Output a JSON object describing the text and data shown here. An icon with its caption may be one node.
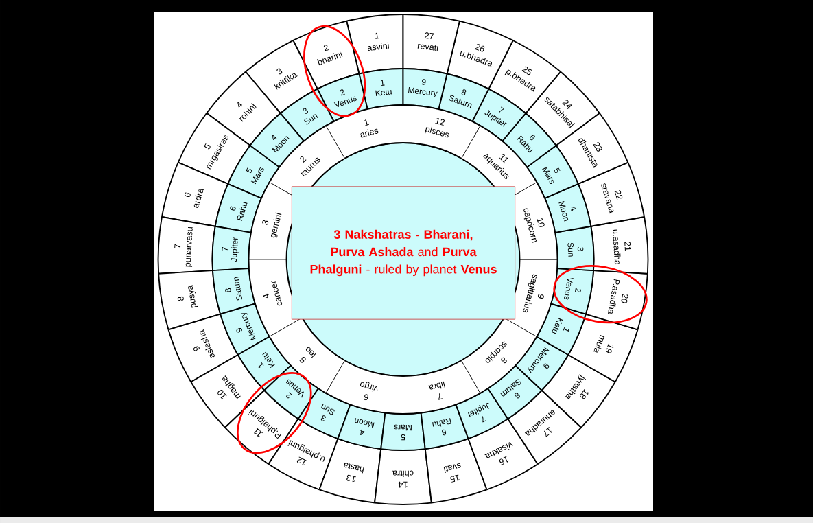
{
  "diagram": {
    "nodes": [
      {
        "text": [
          "**3 Nakshatras - Bharani, Purva Ashada** and **Purva Phalguni** - ruled by planet **Venus**"
        ]
      },
      {
        "text": [
          "1",
          "asvini"
        ]
      },
      {
        "text": [
          "2",
          "bharini"
        ]
      },
      {
        "text": [
          "3",
          "krittika"
        ]
      },
      {
        "text": [
          "4",
          "rohini"
        ]
      },
      {
        "text": [
          "5",
          "mrgasiras"
        ]
      },
      {
        "text": [
          "6",
          "ardra"
        ]
      },
      {
        "text": [
          "7",
          "punarvasu"
        ]
      },
      {
        "text": [
          "8",
          "pusya"
        ]
      },
      {
        "text": [
          "9",
          "aslesha"
        ]
      },
      {
        "text": [
          "10",
          "magha"
        ]
      },
      {
        "text": [
          "11",
          "P.phalguni"
        ]
      },
      {
        "text": [
          "12",
          "u.phalguni"
        ]
      },
      {
        "text": [
          "13",
          "hasta"
        ]
      },
      {
        "text": [
          "14",
          "chitra"
        ]
      },
      {
        "text": [
          "15",
          "svati"
        ]
      },
      {
        "text": [
          "16",
          "visakha"
        ]
      },
      {
        "text": [
          "17",
          "anuradha"
        ]
      },
      {
        "text": [
          "18",
          "jyestha"
        ]
      },
      {
        "text": [
          "19",
          "mula"
        ]
      },
      {
        "text": [
          "20",
          "P.asadha"
        ]
      },
      {
        "text": [
          "21",
          "u.asadha"
        ]
      },
      {
        "text": [
          "22",
          "sravana"
        ]
      },
      {
        "text": [
          "23",
          "dhanista"
        ]
      },
      {
        "text": [
          "24",
          "satabhisaj"
        ]
      },
      {
        "text": [
          "25",
          "p.bhadra"
        ]
      },
      {
        "text": [
          "26",
          "u.bhadra"
        ]
      },
      {
        "text": [
          "27",
          "revati"
        ]
      },
      {
        "text": [
          "1",
          "Ketu"
        ]
      },
      {
        "text": [
          "2",
          "Venus"
        ]
      },
      {
        "text": [
          "3",
          "Sun"
        ]
      },
      {
        "text": [
          "4",
          "Moon"
        ]
      },
      {
        "text": [
          "5",
          "Mars"
        ]
      },
      {
        "text": [
          "6",
          "Rahu"
        ]
      },
      {
        "text": [
          "7",
          "Jupiter"
        ]
      },
      {
        "text": [
          "8",
          "Saturn"
        ]
      },
      {
        "text": [
          "9",
          "Mercury"
        ]
      },
      {
        "text": [
          "1",
          "Ketu"
        ]
      },
      {
        "text": [
          "2",
          "Venus"
        ]
      },
      {
        "text": [
          "3",
          "Sun"
        ]
      },
      {
        "text": [
          "4",
          "Moon"
        ]
      },
      {
        "text": [
          "5",
          "Mars"
        ]
      },
      {
        "text": [
          "6",
          "Rahu"
        ]
      },
      {
        "text": [
          "7",
          "Jupiter"
        ]
      },
      {
        "text": [
          "8",
          "Saturn"
        ]
      },
      {
        "text": [
          "9",
          "Mercury"
        ]
      },
      {
        "text": [
          "1",
          "Ketu"
        ]
      },
      {
        "text": [
          "2",
          "Venus"
        ]
      },
      {
        "text": [
          "3",
          "Sun"
        ]
      },
      {
        "text": [
          "4",
          "Moon"
        ]
      },
      {
        "text": [
          "5",
          "Mars"
        ]
      },
      {
        "text": [
          "6",
          "Rahu"
        ]
      },
      {
        "text": [
          "7",
          "Jupiter"
        ]
      },
      {
        "text": [
          "8",
          "Saturn"
        ]
      },
      {
        "text": [
          "9",
          "Mercury"
        ]
      },
      {
        "text": [
          "1",
          "aries"
        ]
      },
      {
        "text": [
          "2",
          "taurus"
        ]
      },
      {
        "text": [
          "3",
          "gemini"
        ]
      },
      {
        "text": [
          "4",
          "cancer"
        ]
      },
      {
        "text": [
          "5",
          "leo"
        ]
      },
      {
        "text": [
          "6",
          "virgo"
        ]
      },
      {
        "text": [
          "7",
          "libra"
        ]
      },
      {
        "text": [
          "8",
          "scorpio"
        ]
      },
      {
        "text": [
          "9",
          "sagittarius"
        ]
      },
      {
        "text": [
          "10",
          "capricorn"
        ]
      },
      {
        "text": [
          "11",
          "aquarius"
        ]
      },
      {
        "text": [
          "12",
          "pisces"
        ]
      }
    ]
  }
}
